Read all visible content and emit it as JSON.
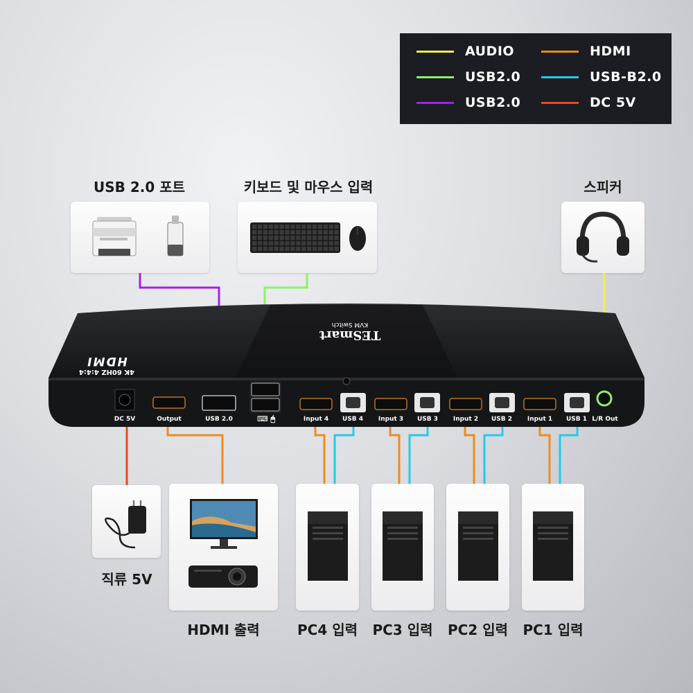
{
  "legend": {
    "items": [
      {
        "label": "AUDIO",
        "color": "#f4ec52"
      },
      {
        "label": "HDMI",
        "color": "#f08a1c"
      },
      {
        "label": "USB2.0",
        "color": "#8ef06a"
      },
      {
        "label": "USB-B2.0",
        "color": "#27c8e8"
      },
      {
        "label": "USB2.0",
        "color": "#a421e6"
      },
      {
        "label": "DC 5V",
        "color": "#e84a1c"
      }
    ]
  },
  "top_labels": {
    "usb_ports": "USB 2.0 포트",
    "keyboard_mouse": "키보드 및 마우스 입력",
    "speaker": "스피커"
  },
  "bottom_labels": {
    "dc": "직류 5V",
    "hdmi_out": "HDMI 출력",
    "pc4": "PC4 입력",
    "pc3": "PC3 입력",
    "pc2": "PC2 입력",
    "pc1": "PC1 입력"
  },
  "device": {
    "brand": "TESmart",
    "model": "KVM Switch",
    "hdmi_logo": "HDMI",
    "spec": "4K 60HZ 4:4:4",
    "ports": {
      "dc": "DC 5V",
      "output": "Output",
      "usb": "USB 2.0",
      "input4": "Input 4",
      "usb4": "USB 4",
      "input3": "Input 3",
      "usb3": "USB 3",
      "input2": "Input 2",
      "usb2": "USB 2",
      "input1": "Input 1",
      "usb1": "USB 1",
      "audio": "L/R Out"
    }
  }
}
